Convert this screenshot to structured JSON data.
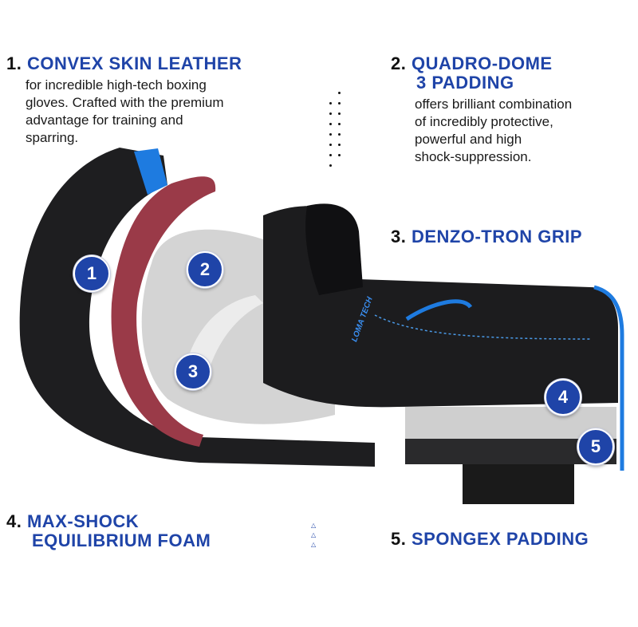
{
  "features": [
    {
      "number": "1.",
      "title": "CONVEX SKIN LEATHER",
      "description": "for incredible high-tech boxing gloves. Crafted with the premium advantage for training and sparring.",
      "desc_lines": [
        "for incredible high-tech boxing",
        "gloves. Crafted with the premium",
        "advantage for training and",
        "sparring."
      ]
    },
    {
      "number": "2.",
      "title_lines": [
        "QUADRO-DOME",
        "3 PADDING"
      ],
      "desc_lines": [
        "offers brilliant combination",
        "of incredibly protective,",
        "powerful and high",
        "shock-suppression."
      ]
    },
    {
      "number": "3.",
      "title": "DENZO-TRON GRIP"
    },
    {
      "number": "4.",
      "title_lines": [
        "MAX-SHOCK",
        "EQUILIBRIUM FOAM"
      ]
    },
    {
      "number": "5.",
      "title": "SPONGEX PADDING"
    }
  ],
  "badges": [
    "1",
    "2",
    "3",
    "4",
    "5"
  ],
  "glove_logo": {
    "brand": "LOMA TECH"
  },
  "colors": {
    "accent_blue": "#1f44a8",
    "glove_blue": "#1e7be0",
    "leather_black": "#1c1c1e",
    "mesh_red": "#9a3a48",
    "foam_grey": "#d9d9d9"
  }
}
